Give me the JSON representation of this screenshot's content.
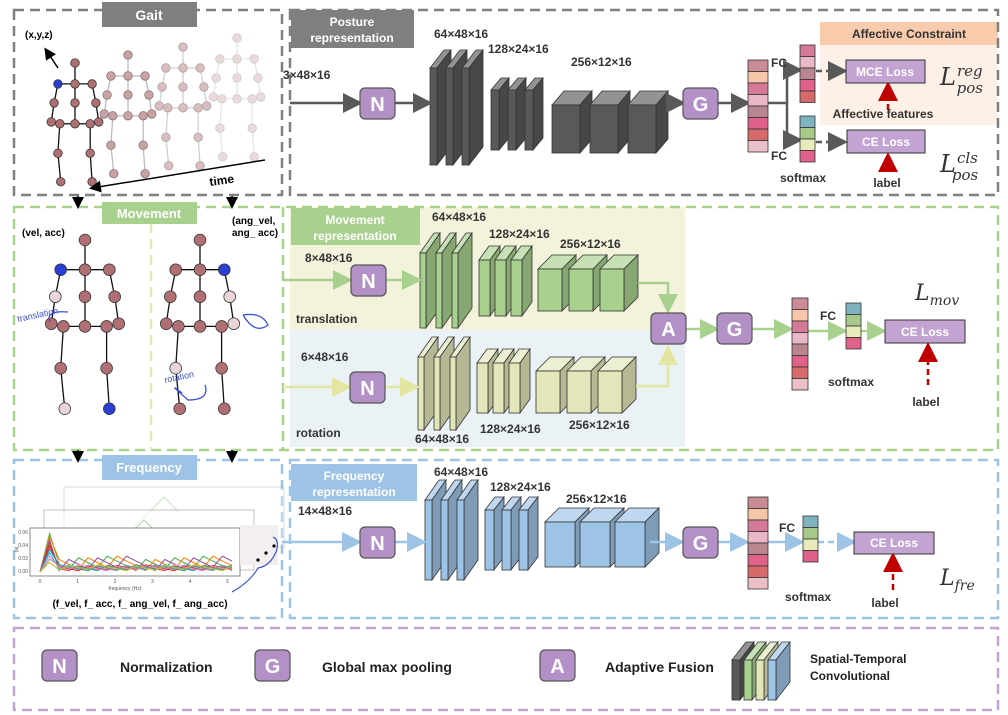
{
  "colors": {
    "gray": "#7f7f7f",
    "green": "#a9d18e",
    "blue": "#9dc3e6",
    "purple": "#c3a3d1",
    "posture_conv": "#595959",
    "translation_conv": "#a9d18e",
    "rotation_conv": "#e2e6b8",
    "frequency_conv": "#9dc3e6",
    "affective": "#f8cbad",
    "label_arrow": "#c00000"
  },
  "gait": {
    "title": "Gait",
    "coord_label": "(x,y,z)",
    "time_label": "time"
  },
  "movement": {
    "title": "Movement",
    "left_label": "(vel, acc)",
    "right_label_1": "(ang_vel,",
    "right_label_2": "ang_ acc)",
    "translation_label": "translation",
    "rotation_label": "rotation"
  },
  "frequency": {
    "title": "Frequency",
    "caption": "(f_vel, f_ acc, f_ ang_vel, f_ ang_acc)",
    "plot": {
      "yticks": [
        "0.06",
        "0.04",
        "0.02",
        "0.00"
      ],
      "xticks": [
        "0",
        "1",
        "2",
        "3",
        "4",
        "5"
      ],
      "xlabel": "frequency (Hz)",
      "ylabel": "|a|"
    }
  },
  "posture_branch": {
    "title_1": "Posture",
    "title_2": "representation",
    "input_dim": "3×48×16",
    "dims": [
      "64×48×16",
      "128×24×16",
      "256×12×16"
    ],
    "fc1": "FC",
    "fc2": "FC",
    "softmax": "softmax",
    "affective_title": "Affective Constraint",
    "mce_loss": "MCE Loss",
    "affective_features": "Affective features",
    "ce_loss": "CE Loss",
    "label": "label",
    "loss_reg": {
      "base": "L",
      "sub": "pos",
      "sup": "reg"
    },
    "loss_cls": {
      "base": "L",
      "sub": "pos",
      "sup": "cls"
    }
  },
  "movement_branch": {
    "title_1": "Movement",
    "title_2": "representation",
    "input_translation": "8×48×16",
    "input_rotation": "6×48×16",
    "dims_top": [
      "64×48×16",
      "128×24×16",
      "256×12×16"
    ],
    "dims_bottom": [
      "64×48×16",
      "128×24×16",
      "256×12×16"
    ],
    "fc": "FC",
    "softmax": "softmax",
    "ce_loss": "CE Loss",
    "label": "label",
    "loss": {
      "base": "L",
      "sub": "mov"
    }
  },
  "frequency_branch": {
    "title_1": "Frequency",
    "title_2": "representation",
    "input_dim": "14×48×16",
    "dims": [
      "64×48×16",
      "128×24×16",
      "256×12×16"
    ],
    "fc": "FC",
    "softmax": "softmax",
    "ce_loss": "CE Loss",
    "label": "label",
    "loss": {
      "base": "L",
      "sub": "fre"
    }
  },
  "operators": {
    "normalization": "N",
    "global_pool": "G",
    "fusion": "A"
  },
  "legend": {
    "normalization": "Normalization",
    "global_pool": "Global max pooling",
    "fusion": "Adaptive Fusion",
    "conv_1": "Spatial-Temporal",
    "conv_2": "Convolutional"
  }
}
